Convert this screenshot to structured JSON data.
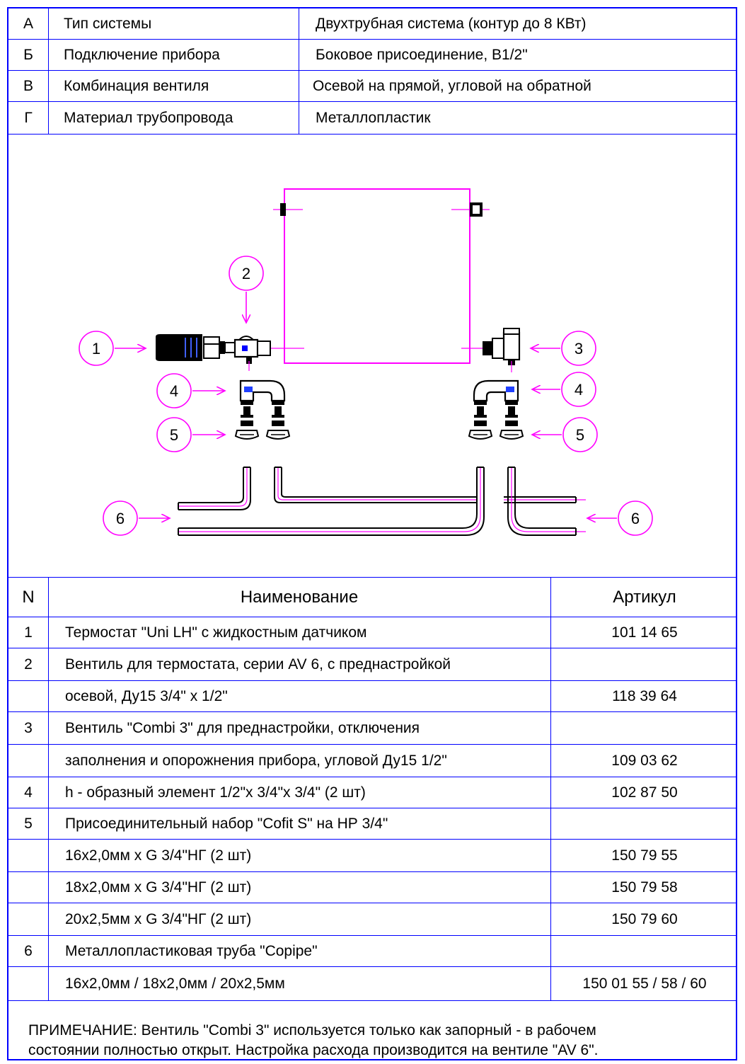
{
  "spec": [
    {
      "letter": "А",
      "label": "Тип системы",
      "value": "Двухтрубная система (контур до 8 КВт)"
    },
    {
      "letter": "Б",
      "label": "Подключение прибора",
      "value": "Боковое присоединение, В1/2\""
    },
    {
      "letter": "В",
      "label": "Комбинация вентиля",
      "value": "Осевой на прямой, угловой на обратной"
    },
    {
      "letter": "Г",
      "label": "Материал трубопровода",
      "value": "Металлопластик"
    }
  ],
  "diagram": {
    "callouts": [
      "1",
      "2",
      "3",
      "4",
      "4",
      "5",
      "5",
      "6",
      "6"
    ],
    "colors": {
      "lines": "#ff00ff",
      "frame": "#0000ff",
      "parts": "#000000"
    }
  },
  "parts_table": {
    "headers": {
      "n": "N",
      "name": "Наименование",
      "article": "Артикул"
    },
    "rows": [
      {
        "n": "1",
        "name": "Термостат \"Uni LH\" с жидкостным датчиком",
        "article": "101 14 65"
      },
      {
        "n": "2",
        "name": "Вентиль для термостата, серии AV 6, с преднастройкой",
        "article": ""
      },
      {
        "n": "",
        "name": "осевой, Ду15  3/4\" х 1/2\"",
        "article": "118 39 64"
      },
      {
        "n": "3",
        "name": "Вентиль \"Combi 3\" для преднастройки, отключения",
        "article": ""
      },
      {
        "n": "",
        "name": "заполнения и опорожнения прибора, угловой Ду15  1/2\"",
        "article": "109 03 62"
      },
      {
        "n": "4",
        "name": "h - образный элемент 1/2\"х 3/4\"х 3/4\" (2 шт)",
        "article": "102 87 50"
      },
      {
        "n": "5",
        "name": "Присоединительный набор \"Cofit S\" на НР 3/4\"",
        "article": ""
      },
      {
        "n": "",
        "name": "16х2,0мм х G 3/4\"НГ (2 шт)",
        "article": "150 79 55"
      },
      {
        "n": "",
        "name": "18х2,0мм х G 3/4\"НГ (2 шт)",
        "article": "150 79 58"
      },
      {
        "n": "",
        "name": "20х2,5мм х G 3/4\"НГ (2 шт)",
        "article": "150 79 60"
      },
      {
        "n": "6",
        "name": "Металлопластиковая труба \"Copipe\"",
        "article": ""
      },
      {
        "n": "",
        "name": "16х2,0мм / 18х2,0мм / 20х2,5мм",
        "article": "150 01 55 / 58 / 60"
      }
    ]
  },
  "note": "ПРИМЕЧАНИЕ:  Вентиль \"Combi 3\" используется только как запорный - в рабочем\nсостоянии полностью открыт. Настройка расхода производится на вентиле \"AV 6\"."
}
